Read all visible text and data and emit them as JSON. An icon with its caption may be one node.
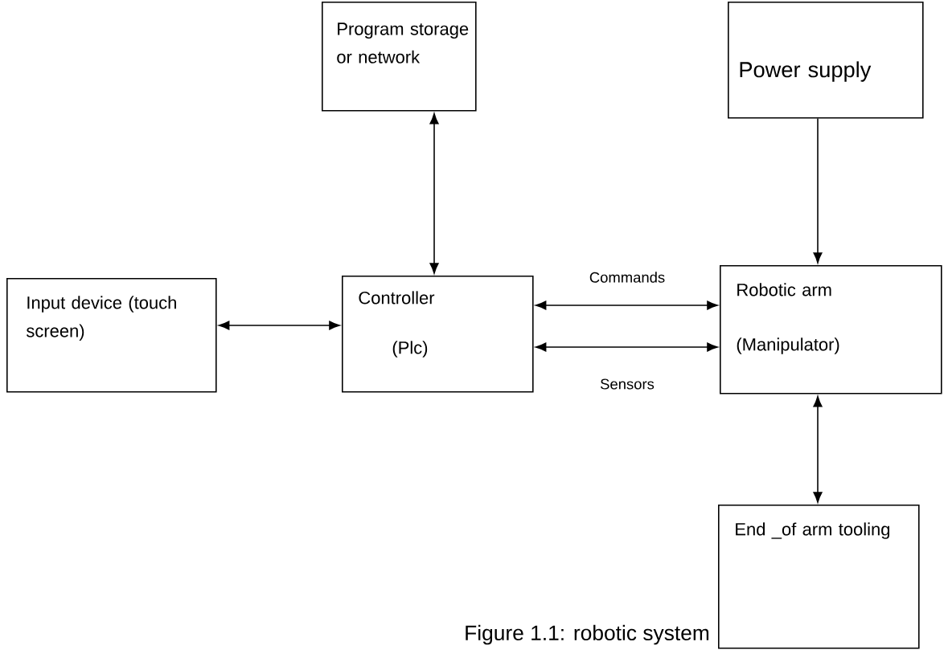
{
  "diagram": {
    "caption": "Figure 1.1: robotic system",
    "nodes": [
      {
        "text": [
          "Program storage or network"
        ]
      },
      {
        "text": [
          "Power supply"
        ]
      },
      {
        "text": [
          "Input device (touch screen)"
        ]
      },
      {
        "text": [
          "Controller",
          "(Plc)"
        ]
      },
      {
        "text": [
          "Robotic arm",
          "(Manipulator)"
        ]
      },
      {
        "text": [
          "End _of arm tooling"
        ]
      }
    ],
    "edges": [
      {
        "from": 0,
        "to": 3,
        "arrow": "both"
      },
      {
        "from": 1,
        "to": 4,
        "arrow": "to"
      },
      {
        "from": 2,
        "to": 3,
        "arrow": "both"
      },
      {
        "from": 3,
        "to": 4,
        "arrow": "both",
        "label": "Commands"
      },
      {
        "from": 3,
        "to": 4,
        "arrow": "both",
        "label": "Sensors"
      },
      {
        "from": 4,
        "to": 5,
        "arrow": "both"
      }
    ]
  }
}
